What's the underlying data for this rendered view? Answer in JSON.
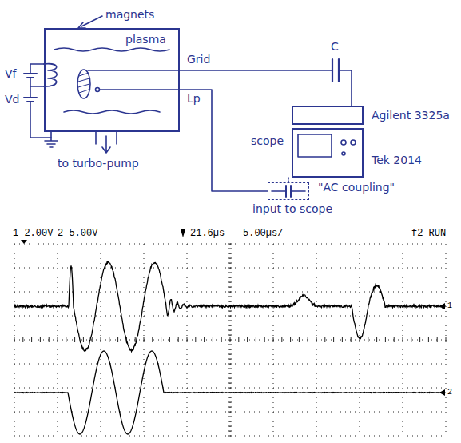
{
  "diagram": {
    "nodes": [
      {
        "text": [
          "plasma"
        ]
      },
      {
        "text": [
          "Agilent 3325a"
        ]
      },
      {
        "text": [
          "scope",
          "Tek 2014"
        ]
      },
      {
        "text": [
          "input to scope"
        ]
      }
    ],
    "edges": [
      {
        "from": 0,
        "to": 1,
        "arrow": "none",
        "label": "Grid"
      },
      {
        "from": 0,
        "to": 3,
        "arrow": "none",
        "label": "Lp"
      }
    ],
    "labels": [
      "magnets",
      "Vf",
      "Vd",
      "to turbo-pump",
      "C",
      "\"AC coupling\"",
      "1 2.00V",
      "2 5.00V",
      "21.6µs",
      "5.00µs/",
      "f2 RUN",
      "1",
      "2"
    ]
  }
}
